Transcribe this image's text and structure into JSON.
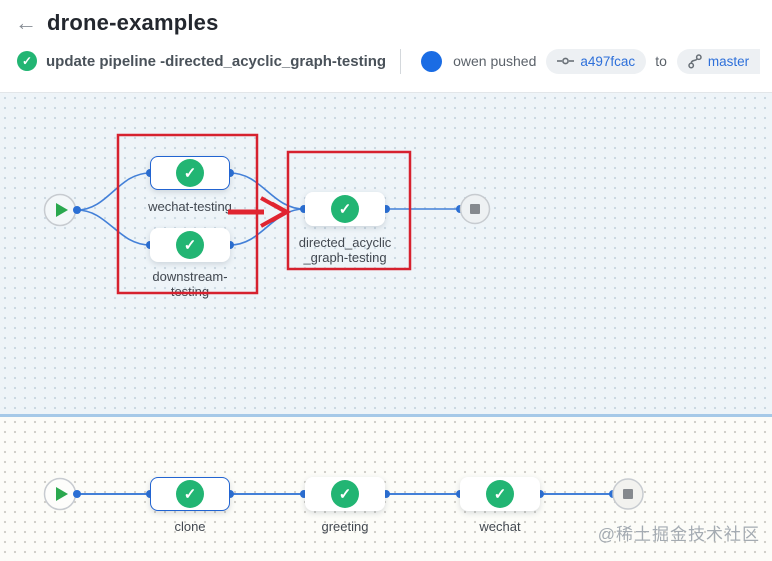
{
  "header": {
    "back_icon": "←",
    "title": "drone-examples",
    "status": {
      "check_icon": "✓",
      "message": "update pipeline -directed_acyclic_graph-testing"
    },
    "commit_info": {
      "author_action": "owen pushed",
      "commit_sha": "a497fcac",
      "preposition": "to",
      "branch": "master"
    }
  },
  "icons": {
    "check": "✓"
  },
  "colors": {
    "success_green": "#22b573",
    "play_green": "#2aa84e",
    "connector_blue": "#4380d8",
    "link_blue": "#2e70da",
    "annotation_red": "#d6212e",
    "avatar_blue": "#1a6ce4",
    "canvas_top_bg": "#eef4f8",
    "canvas_bottom_bg": "#fcfcf8",
    "divider_blue": "#a6c9e8"
  },
  "pipeline_top": {
    "steps": [
      {
        "name": "wechat-testing",
        "status": "success",
        "selected": true,
        "label_lines": {
          "0": "wechat-testing",
          "1": ""
        }
      },
      {
        "name": "downstream-testing",
        "status": "success",
        "selected": false,
        "label_lines": {
          "0": "downstream-",
          "1": "testing"
        }
      },
      {
        "name": "directed_acyclic_graph-testing",
        "status": "success",
        "selected": false,
        "label_lines": {
          "0": "directed_acyclic",
          "1": "_graph-testing"
        }
      }
    ]
  },
  "pipeline_bottom": {
    "steps": [
      {
        "name": "clone",
        "status": "success",
        "selected": true,
        "label": "clone"
      },
      {
        "name": "greeting",
        "status": "success",
        "selected": false,
        "label": "greeting"
      },
      {
        "name": "wechat",
        "status": "success",
        "selected": false,
        "label": "wechat"
      }
    ]
  },
  "watermark": "@稀土掘金技术社区"
}
